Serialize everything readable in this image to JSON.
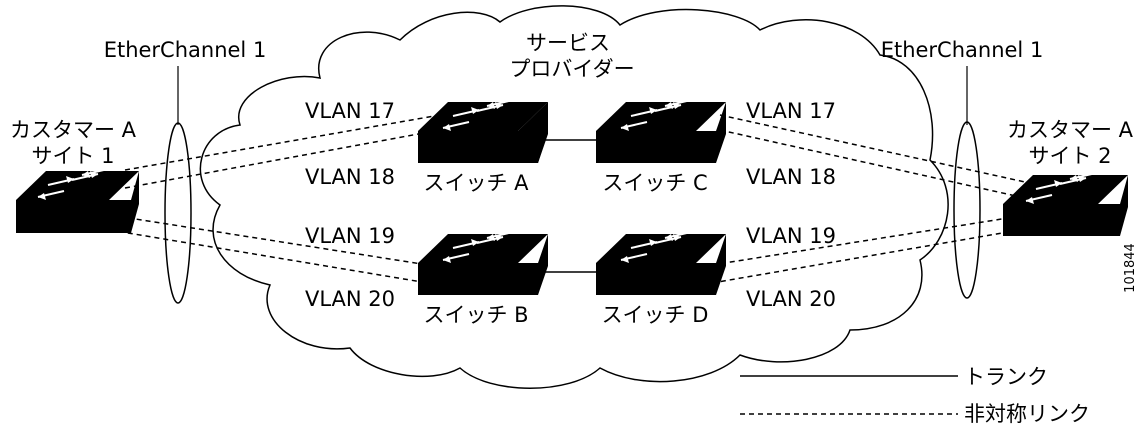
{
  "cloud": {
    "title_line1": "サービス",
    "title_line2": "プロバイダー"
  },
  "etherchannel": {
    "left": "EtherChannel 1",
    "right": "EtherChannel 1"
  },
  "customers": {
    "a1_line1": "カスタマー A",
    "a1_line2": "サイト 1",
    "a2_line1": "カスタマー A",
    "a2_line2": "サイト 2"
  },
  "switches": {
    "a": "スイッチ A",
    "b": "スイッチ B",
    "c": "スイッチ C",
    "d": "スイッチ D"
  },
  "vlans": {
    "left_17": "VLAN 17",
    "left_18": "VLAN 18",
    "left_19": "VLAN 19",
    "left_20": "VLAN 20",
    "right_17": "VLAN 17",
    "right_18": "VLAN 18",
    "right_19": "VLAN 19",
    "right_20": "VLAN 20"
  },
  "legend": {
    "trunk": "トランク",
    "asymmetric": "非対称リンク"
  },
  "figure_id": "101844"
}
